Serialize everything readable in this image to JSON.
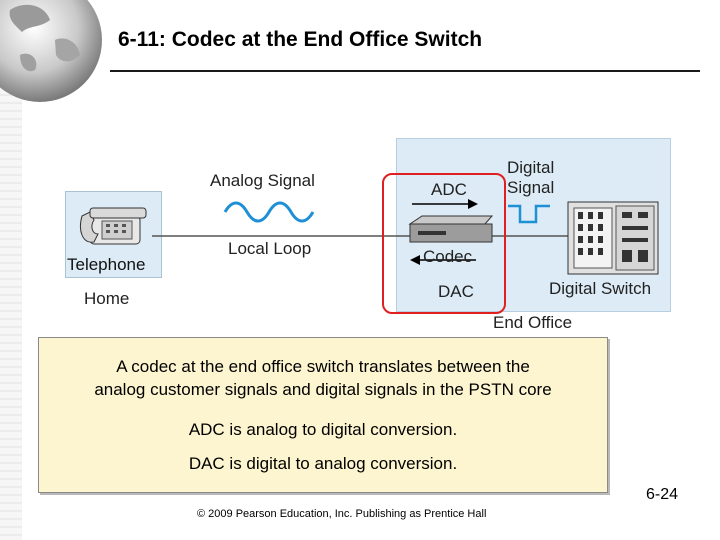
{
  "slide": {
    "title": "6-11: Codec at the End Office Switch",
    "footer": "© 2009 Pearson Education, Inc.  Publishing as Prentice Hall",
    "page_number": "6-24"
  },
  "diagram": {
    "home": "Home",
    "telephone": "Telephone",
    "analog_signal": "Analog Signal",
    "local_loop": "Local Loop",
    "adc": "ADC",
    "codec": "Codec",
    "dac": "DAC",
    "digital_signal_line1": "Digital",
    "digital_signal_line2": "Signal",
    "digital_switch": "Digital Switch",
    "end_office": "End Office"
  },
  "info": {
    "line1": "A codec at the end office switch translates between the",
    "line2": "analog customer signals and digital signals in the PSTN core",
    "line3": "ADC is analog to digital conversion.",
    "line4": "DAC is digital to analog conversion."
  },
  "colors": {
    "highlight": "#e02020",
    "note_background": "#fdf5cf",
    "panel_blue": "#dcebf5",
    "wave_blue": "#1f8fd6"
  }
}
